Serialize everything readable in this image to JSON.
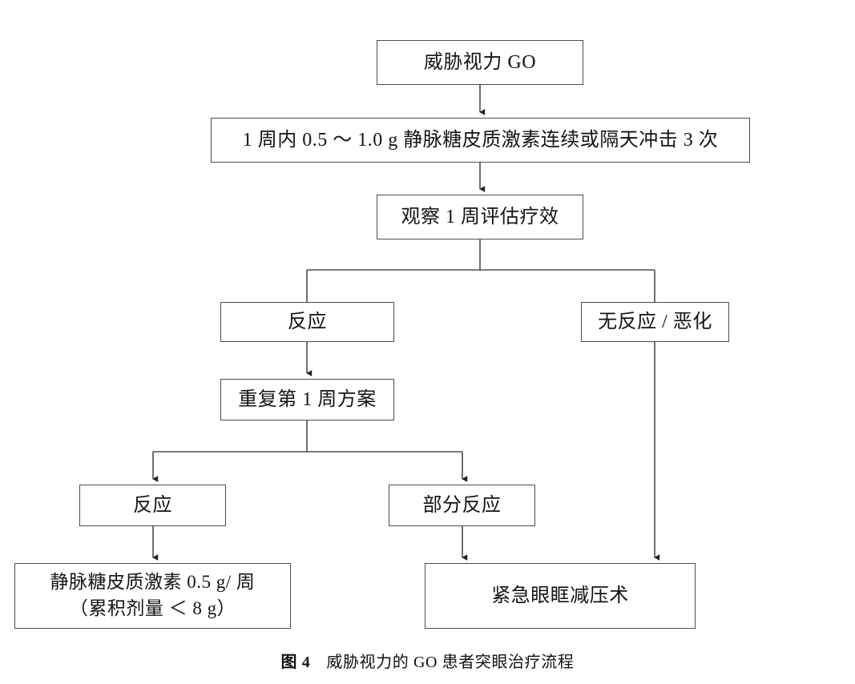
{
  "figure": {
    "type": "flowchart",
    "caption_label": "图 4",
    "caption_text": "威胁视力的 GO 患者突眼治疗流程",
    "line_color": "#4d4d4d",
    "text_color": "#141414",
    "background": "#ffffff"
  },
  "nodes": {
    "root": {
      "label": "威胁视力 GO"
    },
    "pulse": {
      "label": "1 周内 0.5 ～ 1.0 g 静脉糖皮质激素连续或隔天冲击 3 次"
    },
    "observe": {
      "label": "观察 1 周评估疗效"
    },
    "response_1": {
      "label": "反应"
    },
    "no_response": {
      "label": "无反应 / 恶化"
    },
    "repeat": {
      "label": "重复第 1 周方案"
    },
    "response_2": {
      "label": "反应"
    },
    "partial_response": {
      "label": "部分反应"
    },
    "maintenance": {
      "label": "静脉糖皮质激素 0.5 g/ 周\n（累积剂量 ＜ 8 g）"
    },
    "decompression": {
      "label": "紧急眼眶减压术"
    }
  },
  "edges": [
    {
      "name": "root-to-pulse",
      "from": "root",
      "to": "pulse",
      "arrow": true
    },
    {
      "name": "pulse-to-observe",
      "from": "pulse",
      "to": "observe",
      "arrow": true
    },
    {
      "name": "observe-to-response-1",
      "from": "observe",
      "to": "response_1",
      "arrow": false
    },
    {
      "name": "observe-to-no-response",
      "from": "observe",
      "to": "no_response",
      "arrow": false
    },
    {
      "name": "response-1-to-repeat",
      "from": "response_1",
      "to": "repeat",
      "arrow": true
    },
    {
      "name": "repeat-to-response-2",
      "from": "repeat",
      "to": "response_2",
      "arrow": true
    },
    {
      "name": "repeat-to-partial-response",
      "from": "repeat",
      "to": "partial_response",
      "arrow": true
    },
    {
      "name": "response-2-to-maintenance",
      "from": "response_2",
      "to": "maintenance",
      "arrow": true
    },
    {
      "name": "partial-response-to-decompression",
      "from": "partial_response",
      "to": "decompression",
      "arrow": true
    },
    {
      "name": "no-response-to-decompression",
      "from": "no_response",
      "to": "decompression",
      "arrow": true
    }
  ]
}
